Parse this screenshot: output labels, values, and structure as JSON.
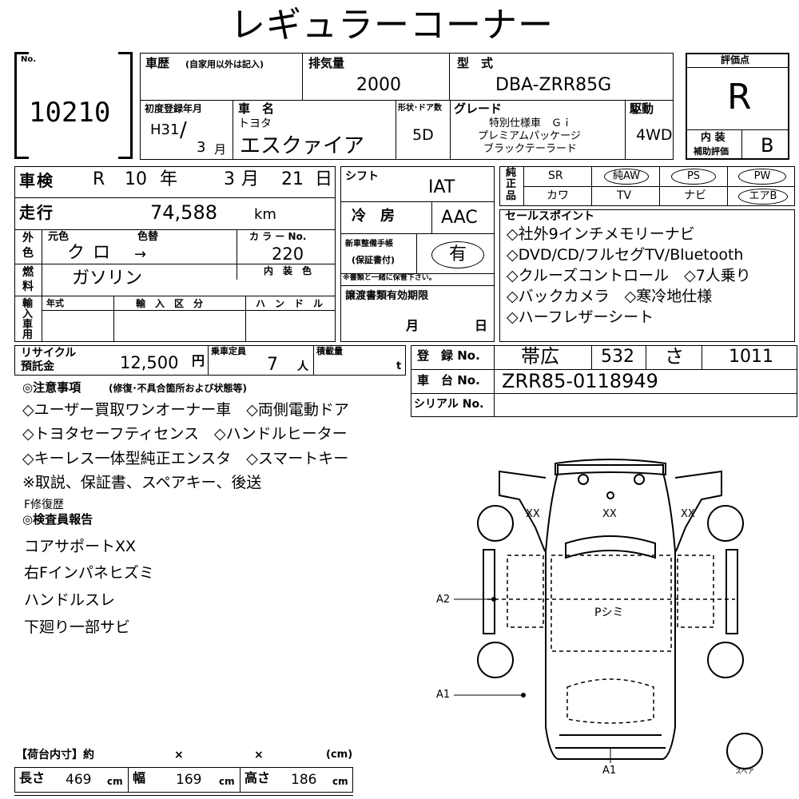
{
  "title": "レギュラーコーナー",
  "lot": {
    "label": "No.",
    "value": "10210"
  },
  "history": {
    "label": "車歴",
    "note": "(自家用以外は記入)"
  },
  "displacement": {
    "label": "排気量",
    "value": "2000"
  },
  "model_type": {
    "label": "型　式",
    "value": "DBA-ZRR85G"
  },
  "score": {
    "label": "評価点",
    "value": "R"
  },
  "first_reg": {
    "label": "初度登録年月",
    "era": "H31",
    "month": "3",
    "month_unit": "月"
  },
  "car_name": {
    "label": "車　名",
    "maker": "トヨタ",
    "name": "エスクァイア"
  },
  "doors": {
    "label": "形状･ドア数",
    "value": "5D"
  },
  "grade": {
    "label": "グレード",
    "line1": "特別仕様車　Ｇｉ",
    "line2": "プレミアムパッケージ",
    "line3": "ブラックテーラード"
  },
  "drive": {
    "label": "駆動",
    "value": "4WD"
  },
  "interior_score": {
    "label1": "内 装",
    "label2": "補助評価",
    "value": "B"
  },
  "inspection": {
    "label": "車検",
    "era": "R",
    "year": "10",
    "year_unit": "年",
    "month": "3",
    "month_unit": "月",
    "day": "21",
    "day_unit": "日"
  },
  "mileage": {
    "label": "走行",
    "value": "74,588",
    "unit": "km"
  },
  "shift": {
    "label": "シフト",
    "value": "IAT"
  },
  "ac": {
    "label": "冷　房",
    "value": "AAC"
  },
  "exterior": {
    "side1": "外",
    "side2": "色",
    "orig_label": "元色",
    "change_label": "色替",
    "color_no_label": "カ ラ ー No.",
    "orig": "クロ",
    "arrow": "→",
    "color_no": "220"
  },
  "fuel": {
    "side1": "燃",
    "side2": "料",
    "value": "ガソリン",
    "interior_color_label": "内　装　色"
  },
  "import_car": {
    "side": "輸入車用",
    "year_label": "年式",
    "class_label": "輸　入　区　分",
    "handle_label": "ハ　ン　ド　ル"
  },
  "new_car_manual": {
    "label1": "新車整備手帳",
    "label2": "(保証書付)",
    "value": "有",
    "note": "※書類と一緒に保管下さい。"
  },
  "transfer_docs": {
    "label": "譲渡書類有効期限",
    "month": "月",
    "day": "日"
  },
  "equipment": {
    "side1": "純",
    "side2": "正",
    "side3": "品",
    "row1": [
      {
        "label": "SR",
        "circled": false
      },
      {
        "label": "純AW",
        "circled": true
      },
      {
        "label": "PS",
        "circled": true
      },
      {
        "label": "PW",
        "circled": true
      }
    ],
    "row2": [
      {
        "label": "カワ",
        "circled": false
      },
      {
        "label": "TV",
        "circled": false
      },
      {
        "label": "ナビ",
        "circled": false
      },
      {
        "label": "エアB",
        "circled": true
      }
    ]
  },
  "sales_points": {
    "label": "セールスポイント",
    "items": [
      "◇社外9インチメモリーナビ",
      "◇DVD/CD/フルセグTV/Bluetooth",
      "◇クルーズコントロール　◇7人乗り",
      "◇バックカメラ　◇寒冷地仕様",
      "◇ハーフレザーシート"
    ]
  },
  "recycle": {
    "label1": "リサイクル",
    "label2": "預託金",
    "value": "12,500",
    "unit": "円"
  },
  "capacity": {
    "label": "乗車定員",
    "value": "7",
    "unit": "人"
  },
  "load": {
    "label": "積載量",
    "unit": "t"
  },
  "registration": {
    "label": "登　録 No.",
    "place": "帯広",
    "class_no": "532",
    "kana": "さ",
    "number": "1011"
  },
  "chassis": {
    "label": "車　台 No.",
    "value": "ZRR85-0118949"
  },
  "serial": {
    "label": "シリアル No."
  },
  "notes": {
    "label": "◎注意事項",
    "sub": "(修復･不具合箇所および状態等)",
    "items": [
      "◇ユーザー買取ワンオーナー車　◇両側電動ドア",
      "◇トヨタセーフティセンス　◇ハンドルヒーター",
      "◇キーレス一体型純正エンスタ　◇スマートキー",
      "※取説、保証書、スペアキー、後送",
      "F修復歴"
    ]
  },
  "inspector": {
    "label": "◎検査員報告",
    "items": [
      "コアサポートXX",
      "右Fインパネヒズミ",
      "ハンドルスレ",
      "下廻り一部サビ"
    ]
  },
  "diagram": {
    "xx_left": "XX",
    "xx_center": "XX",
    "xx_right": "XX",
    "a2": "A2",
    "a1_left": "A1",
    "a1_bottom": "A1",
    "p_shimi": "Pシミ",
    "spare": "スペア"
  },
  "cargo": {
    "label": "【荷台内寸】約",
    "x1": "×",
    "x2": "×",
    "unit": "(cm)",
    "length_label": "長さ",
    "length": "469",
    "width_label": "幅",
    "width": "169",
    "height_label": "高さ",
    "height": "186",
    "cm": "cm"
  }
}
